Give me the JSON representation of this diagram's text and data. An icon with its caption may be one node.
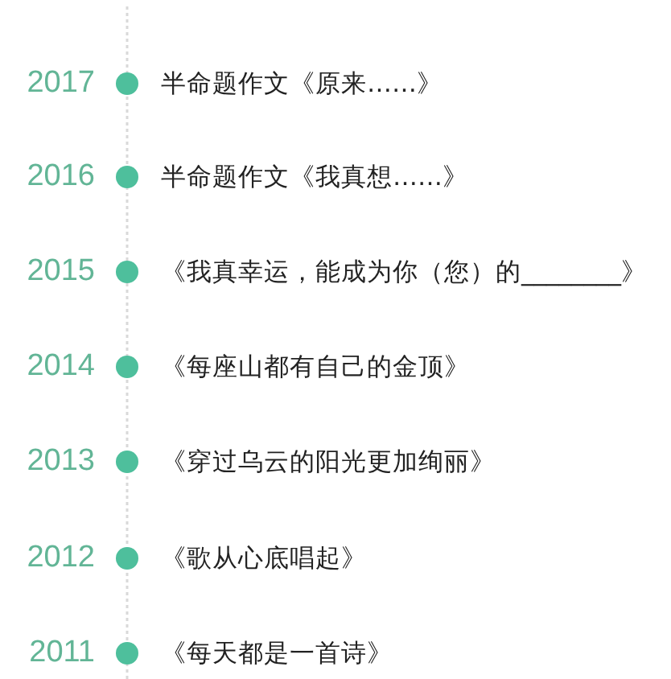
{
  "diagram": {
    "labels": [
      "2017",
      "半命题作文《原来……》",
      "2016",
      "半命题作文《我真想……》",
      "2015",
      "《我真幸运，能成为你（您）的________》",
      "2014",
      "《每座山都有自己的金顶》",
      "2013",
      "《穿过乌云的阳光更加绚丽》",
      "2012",
      "《歌从心底唱起》",
      "2011",
      "《每天都是一首诗》"
    ]
  }
}
